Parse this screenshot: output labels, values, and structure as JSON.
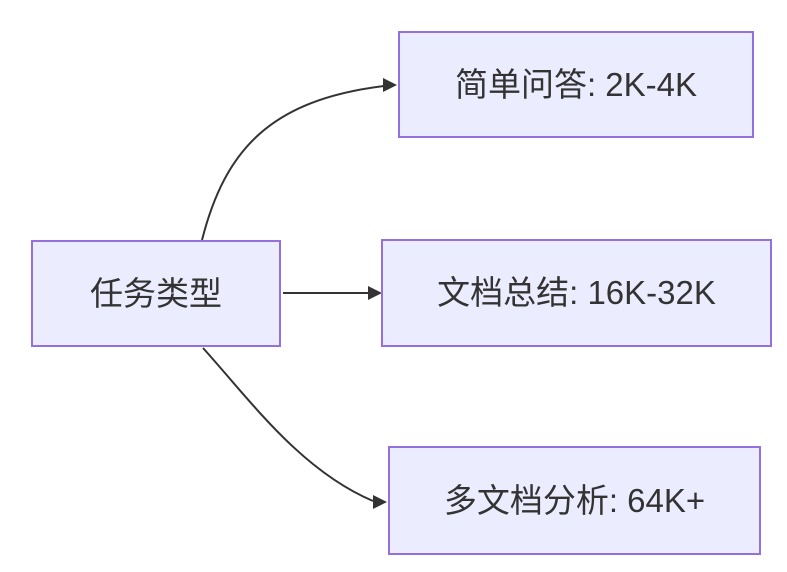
{
  "diagram": {
    "type": "flowchart",
    "direction": "LR",
    "root": {
      "label": "任务类型"
    },
    "branches": [
      {
        "label": "简单问答: 2K-4K"
      },
      {
        "label": "文档总结: 16K-32K"
      },
      {
        "label": "多文档分析: 64K+"
      }
    ],
    "edges": [
      {
        "from": "任务类型",
        "to": "简单问答: 2K-4K"
      },
      {
        "from": "任务类型",
        "to": "文档总结: 16K-32K"
      },
      {
        "from": "任务类型",
        "to": "多文档分析: 64K+"
      }
    ],
    "colors": {
      "node_fill": "#ECECFF",
      "node_border": "#9370DB",
      "edge_line": "#333333",
      "text": "#333333",
      "background": "#FFFFFF"
    }
  }
}
